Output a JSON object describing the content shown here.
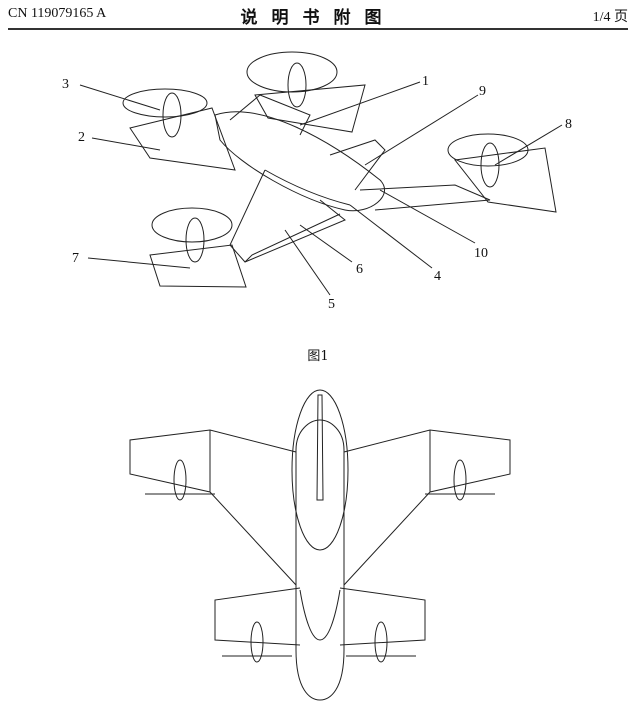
{
  "header": {
    "publication_number": "CN 119079165 A",
    "title": "说明书附图",
    "page": "1/4 页"
  },
  "figure1": {
    "caption": "图1",
    "reference_numerals": [
      "1",
      "2",
      "3",
      "4",
      "5",
      "6",
      "7",
      "8",
      "9",
      "10"
    ]
  }
}
